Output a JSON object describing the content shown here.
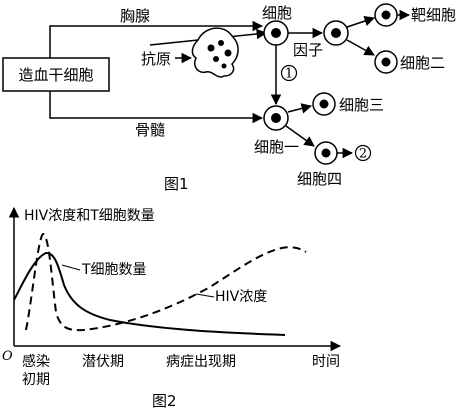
{
  "figure1": {
    "caption": "图1",
    "stem_cell": "造血干细胞",
    "thymus": "胸腺",
    "bone_marrow": "骨髓",
    "antigen": "抗原",
    "cell": "细胞",
    "factor": "因子",
    "target_cell": "靶细胞",
    "cell_two": "细胞二",
    "cell_three": "细胞三",
    "cell_one": "细胞一",
    "cell_four": "细胞四",
    "mark_one": "1",
    "mark_two": "2"
  },
  "figure2": {
    "caption": "图2",
    "y_axis_label": "HIV浓度和T细胞数量",
    "origin": "O",
    "t_cell_label": "T细胞数量",
    "hiv_label": "HIV浓度",
    "x_axis_label": "时间",
    "phase_early_line1": "感染",
    "phase_early_line2": "初期",
    "phase_latent": "潜伏期",
    "phase_symptomatic": "病症出现期"
  },
  "chart_data": {
    "type": "line",
    "ylabel": "HIV浓度和T细胞数量",
    "xlabel": "时间",
    "categories": [
      "感染初期",
      "潜伏期",
      "病症出现期"
    ],
    "series": [
      {
        "name": "T细胞数量",
        "style": "solid"
      },
      {
        "name": "HIV浓度",
        "style": "dashed"
      }
    ]
  }
}
